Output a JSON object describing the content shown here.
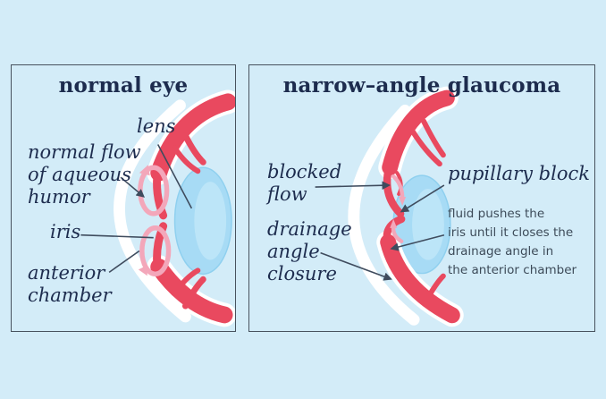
{
  "colors": {
    "bg": "#d3ecf8",
    "border": "#47525e",
    "ink": "#1d2c4e",
    "note": "#3d4b59",
    "line": "#3f4c5e",
    "red": "#e9495f",
    "pink": "#f3a7ba",
    "lens": "#a7dbf5",
    "lens-rim": "#8fd0ef",
    "white": "#ffffff"
  },
  "left_panel": {
    "title": "normal eye",
    "labels": {
      "lens": "lens",
      "normal_flow": "normal flow\nof aqueous\nhumor",
      "iris": "iris",
      "anterior_chamber": "anterior\nchamber"
    }
  },
  "right_panel": {
    "title": "narrow–angle glaucoma",
    "labels": {
      "blocked_flow": "blocked\nflow",
      "pupillary_block": "pupillary block",
      "drainage_angle_closure": "drainage\nangle\nclosure",
      "note": "fluid pushes the\niris until it closes the\ndrainage angle in\nthe anterior chamber"
    }
  }
}
